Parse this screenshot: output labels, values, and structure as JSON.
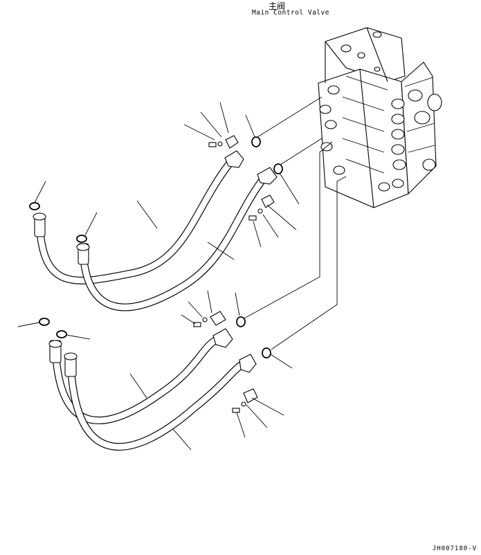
{
  "title": {
    "chinese": "主阀",
    "english": "Main Control Valve"
  },
  "drawing_code": "JH007180-V"
}
